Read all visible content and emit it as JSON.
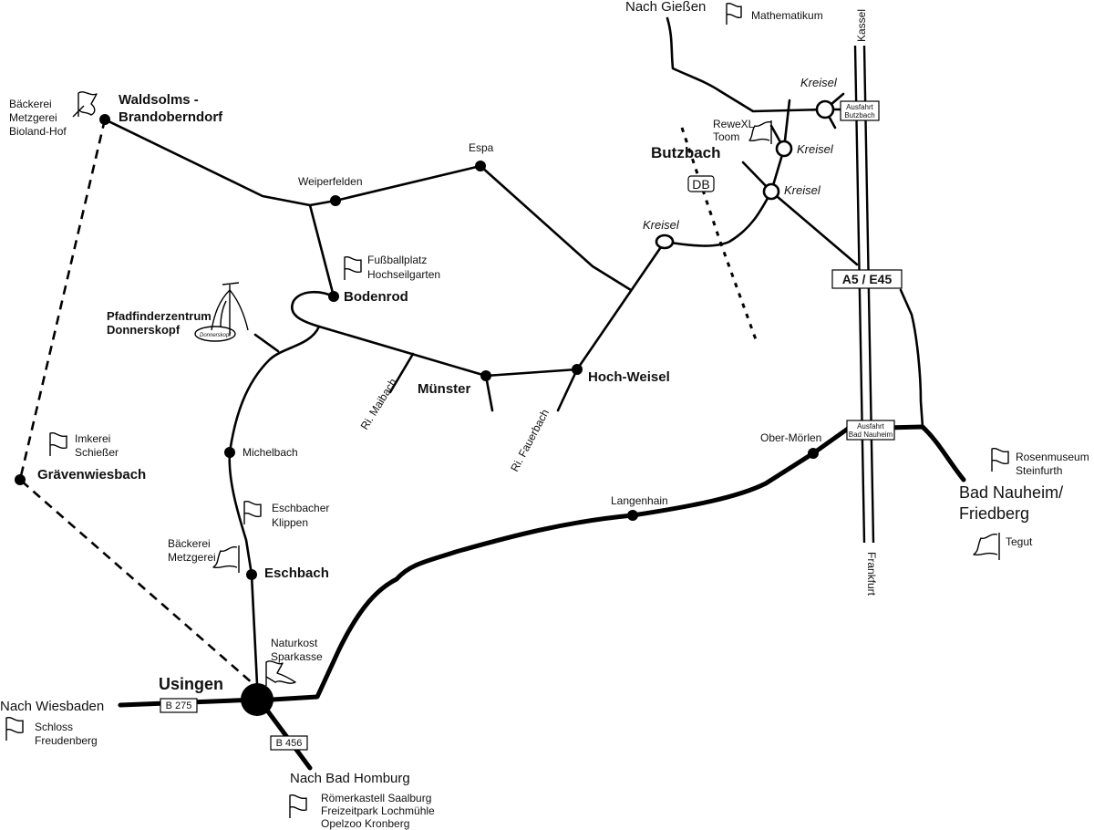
{
  "towns": {
    "waldsolms_1": "Waldsolms -",
    "waldsolms_2": "Brandoberndorf",
    "graevenwiesbach": "Grävenwiesbach",
    "usingen": "Usingen",
    "eschbach": "Eschbach",
    "michelbach": "Michelbach",
    "bodenrod": "Bodenrod",
    "weiperfelden": "Weiperfelden",
    "espa": "Espa",
    "muenster": "Münster",
    "hoch_weisel": "Hoch-Weisel",
    "butzbach": "Butzbach",
    "langenhain": "Langenhain",
    "ober_moerlen": "Ober-Mörlen"
  },
  "destinations": {
    "giessen": "Nach Gießen",
    "wiesbaden": "Nach Wiesbaden",
    "bad_homburg": "Nach Bad Homburg",
    "bad_nauheim_1": "Bad Nauheim/",
    "bad_nauheim_2": "Friedberg",
    "kassel": "Kassel",
    "frankfurt": "Frankfurt"
  },
  "directions": {
    "maibach": "Ri. Maibach",
    "fauerbach": "Ri. Fauerbach"
  },
  "roads": {
    "b275": "B 275",
    "b456": "B 456",
    "a5": "A5 / E45",
    "db": "DB"
  },
  "roundabouts": {
    "label": "Kreisel"
  },
  "exits": {
    "butzbach_1": "Ausfahrt",
    "butzbach_2": "Butzbach",
    "nauheim_1": "Ausfahrt",
    "nauheim_2": "Bad Nauheim"
  },
  "pois": {
    "mathematikum": "Mathematikum",
    "waldsolms_1": "Bäckerei",
    "waldsolms_2": "Metzgerei",
    "waldsolms_3": "Bioland-Hof",
    "imkerei_1": "Imkerei",
    "imkerei_2": "Schießer",
    "fussball_1": "Fußballplatz",
    "fussball_2": "Hochseilgarten",
    "pfadfinder_1": "Pfadfinderzentrum",
    "pfadfinder_2": "Donnerskopf",
    "tent_sign": "Donnerskopf",
    "rewe_1": "ReweXL",
    "rewe_2": "Toom",
    "eschbacher_1": "Eschbacher",
    "eschbacher_2": "Klippen",
    "eschbach_shop_1": "Bäckerei",
    "eschbach_shop_2": "Metzgerei",
    "naturkost_1": "Naturkost",
    "naturkost_2": "Sparkasse",
    "schloss_1": "Schloss",
    "schloss_2": "Freudenberg",
    "homburg_1": "Römerkastell Saalburg",
    "homburg_2": "Freizeitpark Lochmühle",
    "homburg_3": "Opelzoo Kronberg",
    "rosen_1": "Rosenmuseum",
    "rosen_2": "Steinfurth",
    "tegut": "Tegut"
  }
}
